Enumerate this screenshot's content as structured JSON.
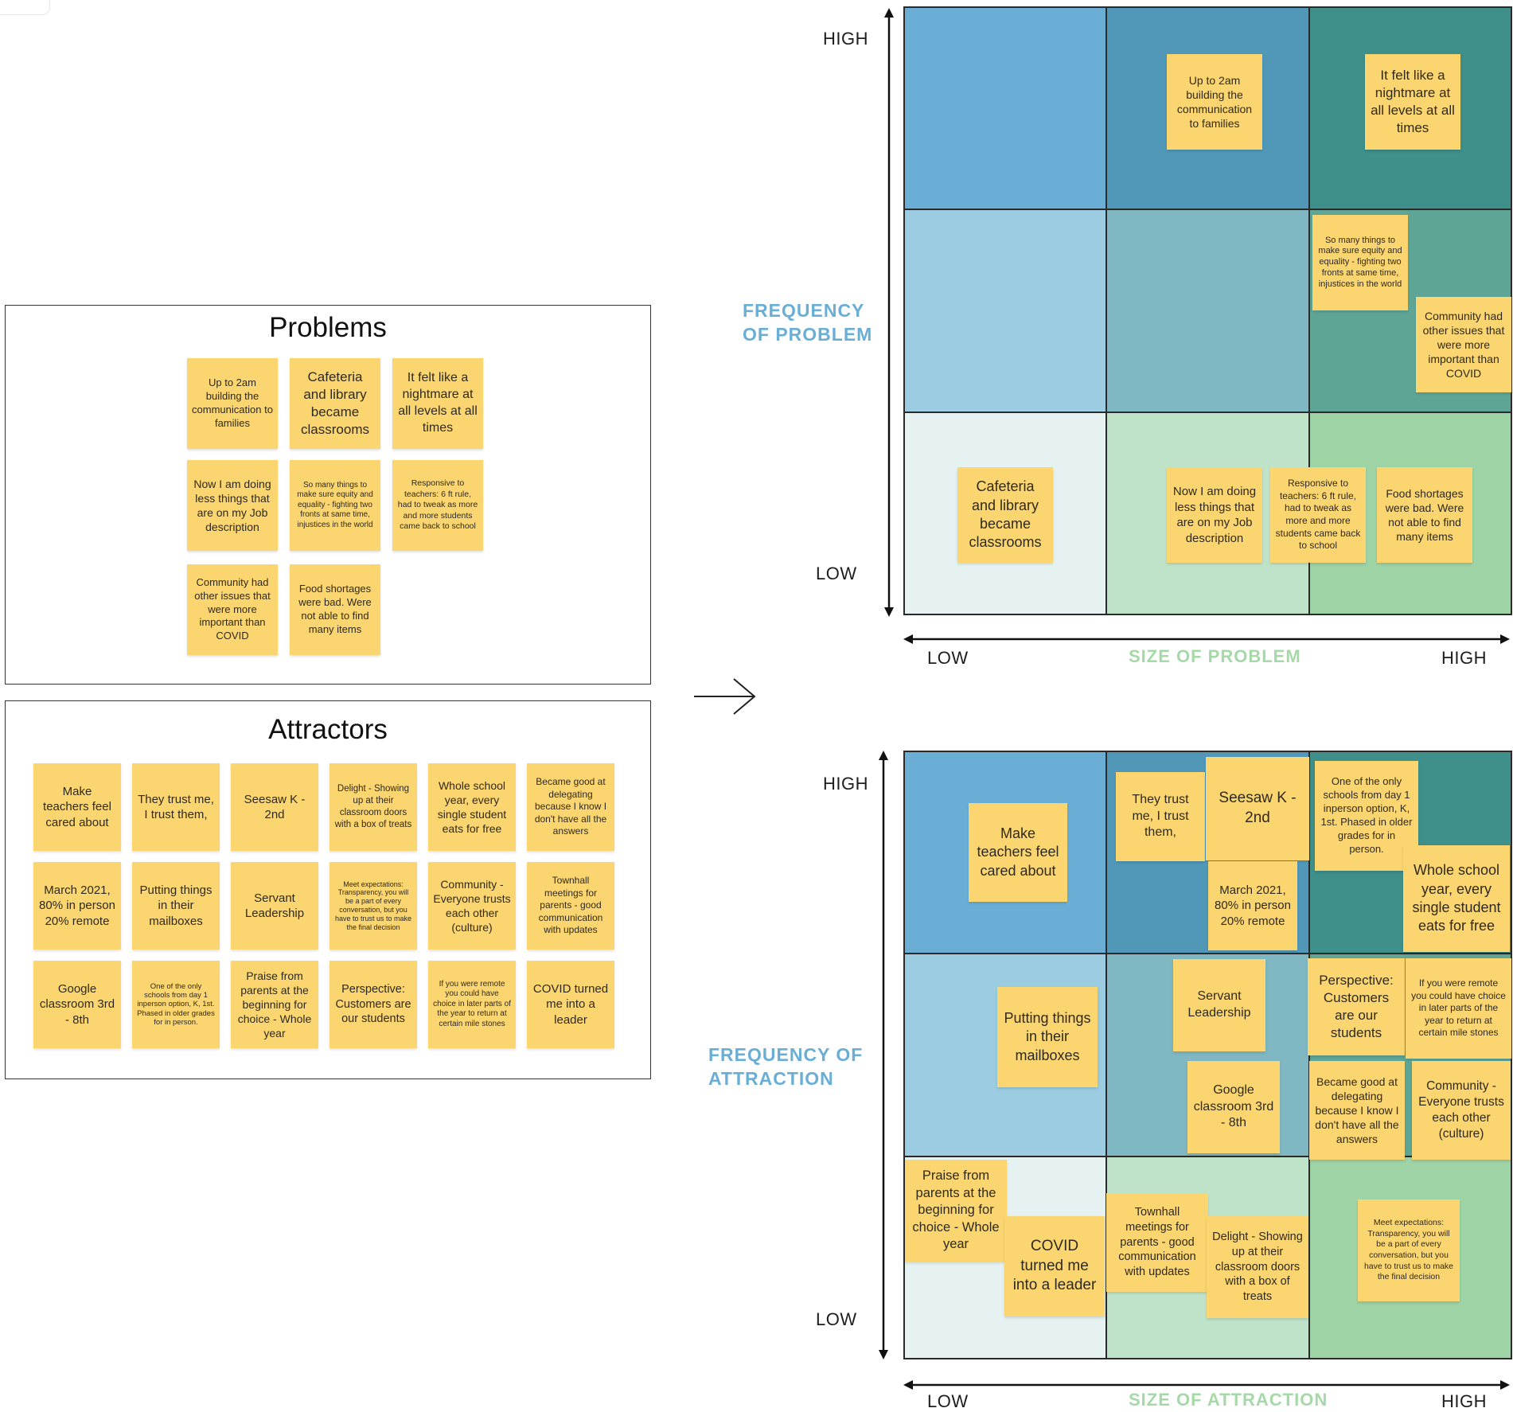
{
  "problems_panel": {
    "title": "Problems",
    "notes": [
      "Up to 2am building the communication to families",
      "Cafeteria and library became classrooms",
      "It felt like a nightmare at all levels at all times",
      "Now I am doing less things that are on my Job description",
      "So many things to make sure equity and equality - fighting two fronts at same time, injustices in the world",
      "Responsive to teachers: 6 ft rule, had to tweak as more and more students came back to school",
      "Community had other issues that were more important than COVID",
      "Food shortages were bad. Were not able to find many items"
    ]
  },
  "attractors_panel": {
    "title": "Attractors",
    "notes": [
      "Make teachers feel cared about",
      "They trust me, I trust them,",
      "Seesaw K - 2nd",
      "Delight - Showing up at their classroom doors with a box of treats",
      "Whole school year, every single student eats for free",
      "Became good at delegating because I know I don't have all the answers",
      "March 2021, 80% in person 20% remote",
      "Putting things in their mailboxes",
      "Servant Leadership",
      "Meet expectations: Transparency, you will be a part of every conversation, but you have to trust us to make the final decision",
      "Community - Everyone trusts each other (culture)",
      "Townhall meetings for parents - good communication with updates",
      "Google classroom 3rd - 8th",
      "One of the only schools from day 1 inperson option, K, 1st. Phased in older grades for in person.",
      "Praise from parents at the beginning for choice - Whole year",
      "Perspective: Customers are our students",
      "If you were remote you could have choice in later parts of the year to return at certain mile stones",
      "COVID turned me into a leader"
    ]
  },
  "problem_matrix": {
    "y_title": "FREQUENCY\nOF PROBLEM",
    "x_title": "SIZE OF PROBLEM",
    "y_high": "HIGH",
    "y_low": "LOW",
    "x_low": "LOW",
    "x_high": "HIGH",
    "cell_colors": [
      "#6aaed6",
      "#5198b8",
      "#3f8f8a",
      "#9ccce1",
      "#7fb8c2",
      "#5ea596",
      "#e5f2f1",
      "#bfe3c9",
      "#9ed3a6"
    ],
    "notes": [
      "Up to 2am building the communication to families",
      "It felt like a nightmare at all levels at all times",
      "So many things to make sure equity and equality - fighting two fronts at same time, injustices in the world",
      "Community had other issues that were more important than COVID",
      "Cafeteria and library became classrooms",
      "Now I am doing less things that are on my Job description",
      "Responsive to teachers: 6 ft rule, had to tweak as more and more students came back to school",
      "Food shortages were bad. Were not able to find many items"
    ]
  },
  "attraction_matrix": {
    "y_title": "FREQUENCY OF\nATTRACTION",
    "x_title": "SIZE OF ATTRACTION",
    "y_high": "HIGH",
    "y_low": "LOW",
    "x_low": "LOW",
    "x_high": "HIGH",
    "cell_colors": [
      "#6aaed6",
      "#5198b8",
      "#3f8f8a",
      "#9ccce1",
      "#7fb8c2",
      "#5ea596",
      "#e5f2f1",
      "#bfe3c9",
      "#9ed3a6"
    ],
    "notes": [
      "Make teachers feel cared about",
      "They trust me, I trust them,",
      "Seesaw K - 2nd",
      "One of the only schools from day 1 inperson option, K, 1st. Phased in older grades for in person.",
      "March 2021, 80% in person 20% remote",
      "Whole school year, every single student eats for free",
      "Putting things in their mailboxes",
      "Servant Leadership",
      "Google classroom 3rd - 8th",
      "Perspective: Customers are our students",
      "If you were remote you could have choice in later parts of the year to return at certain mile stones",
      "Became good at delegating because I know I don't have all the answers",
      "Community - Everyone trusts each other (culture)",
      "Praise from parents at the beginning for choice - Whole year",
      "COVID turned me into a leader",
      "Townhall meetings for parents - good communication with updates",
      "Delight - Showing up at their classroom doors with a box of treats",
      "Meet expectations: Transparency, you will be a part of every conversation, but you have to trust us to make the final decision"
    ]
  }
}
